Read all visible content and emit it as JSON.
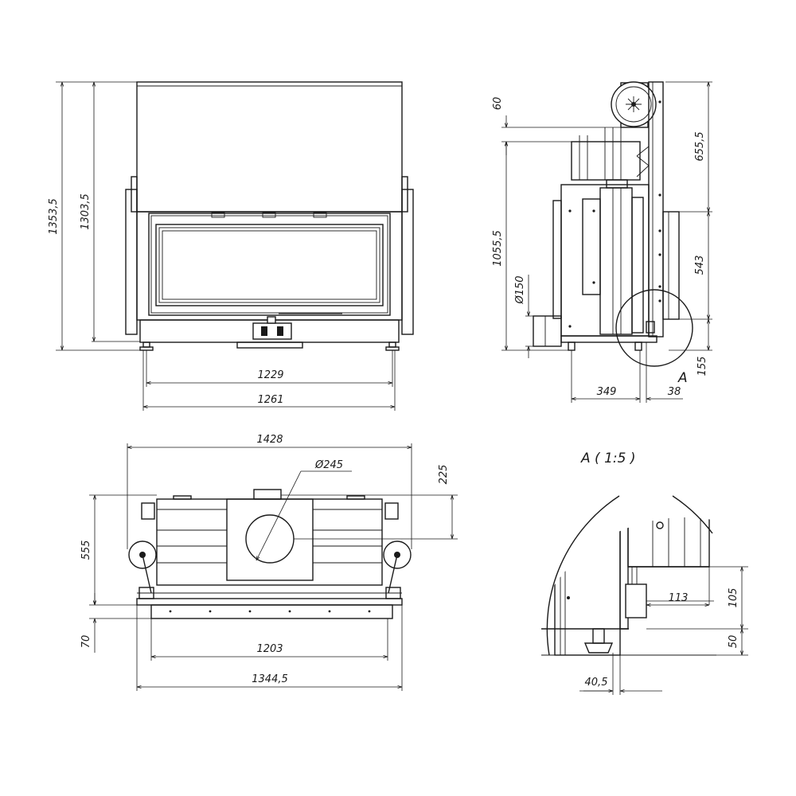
{
  "front_view": {
    "height_total": "1353,5",
    "height_body": "1303,5",
    "width_feet": "1229",
    "width_outer": "1261"
  },
  "side_view": {
    "top_offset": "60",
    "upper_height": "655,5",
    "lower_height": "1055,5",
    "flue_diameter": "Ø150",
    "middle_height": "543",
    "base_height": "155",
    "depth": "349",
    "offset": "38",
    "detail_marker": "A"
  },
  "top_view": {
    "overall_width": "1428",
    "flue_diameter": "Ø245",
    "flue_offset": "225",
    "depth": "555",
    "front_depth": "70",
    "inner_width": "1203",
    "frame_width": "1344,5"
  },
  "detail_view": {
    "title": "A ( 1:5 )",
    "dim_horizontal": "113",
    "dim_vertical_upper": "105",
    "dim_vertical_lower": "50",
    "dim_bottom": "40,5"
  }
}
